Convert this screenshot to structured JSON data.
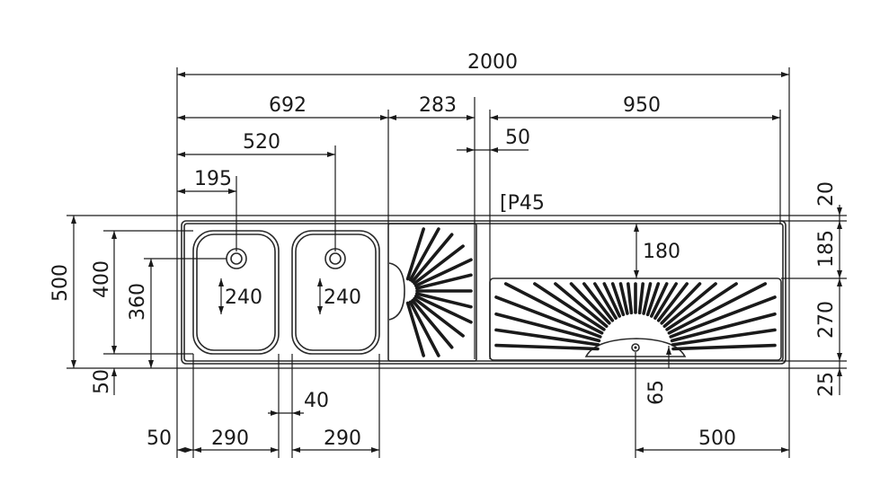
{
  "drawing": {
    "labels": {
      "overall_length": "2000",
      "bowls_section": "692",
      "bowl_waste_spacing": "520",
      "waste_offset": "195",
      "ribbed_section": "283",
      "drainer_section": "950",
      "gap": "50",
      "profile": "[P45",
      "overall_depth": "500",
      "bowl_depth": "400",
      "bowl_inner_depth": "360",
      "front_edge": "50",
      "bowl1_bowl_depth": "240",
      "bowl2_bowl_depth": "240",
      "drainer_offset": "180",
      "drain_offset": "65",
      "bowl_gap": "40",
      "left_margin": "50",
      "bowl1_width": "290",
      "bowl2_width": "290",
      "drain_position": "500",
      "right_top": "20",
      "right_upper": "185",
      "right_middle": "270",
      "right_bottom": "25"
    }
  }
}
